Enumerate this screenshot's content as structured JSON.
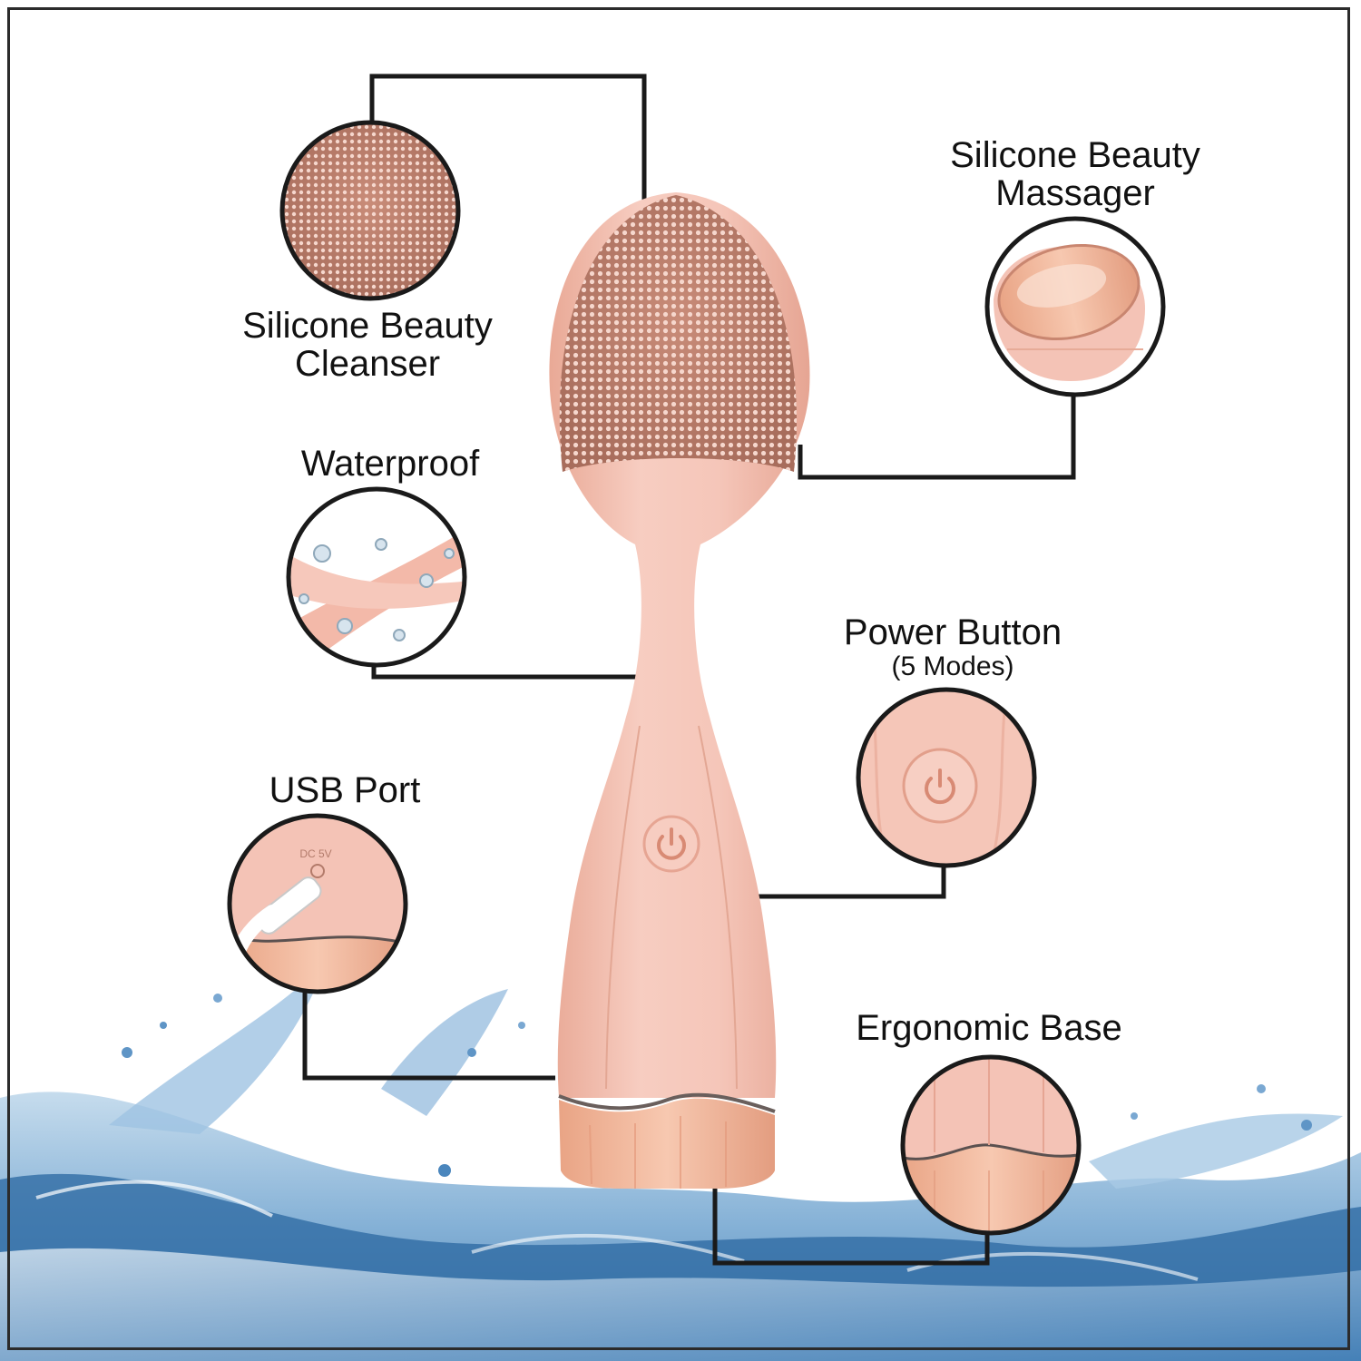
{
  "callouts": {
    "cleanser": {
      "line1": "Silicone Beauty",
      "line2": "Cleanser"
    },
    "massager": {
      "line1": "Silicone Beauty",
      "line2": "Massager"
    },
    "waterproof": {
      "label": "Waterproof"
    },
    "power": {
      "label": "Power Button",
      "sub": "(5 Modes)"
    },
    "usb": {
      "label": "USB Port",
      "port_text": "DC 5V"
    },
    "base": {
      "label": "Ergonomic Base"
    }
  },
  "colors": {
    "body_pink": "#f4c3b6",
    "bristle_brown": "#b57a68",
    "rose_gold": "#f0b59a",
    "water_blue": "#3f7fb6",
    "line_black": "#1a1a1a"
  },
  "icons": {
    "power": "power-icon",
    "usb_plug": "usb-plug-icon",
    "water_splash": "water-splash"
  }
}
